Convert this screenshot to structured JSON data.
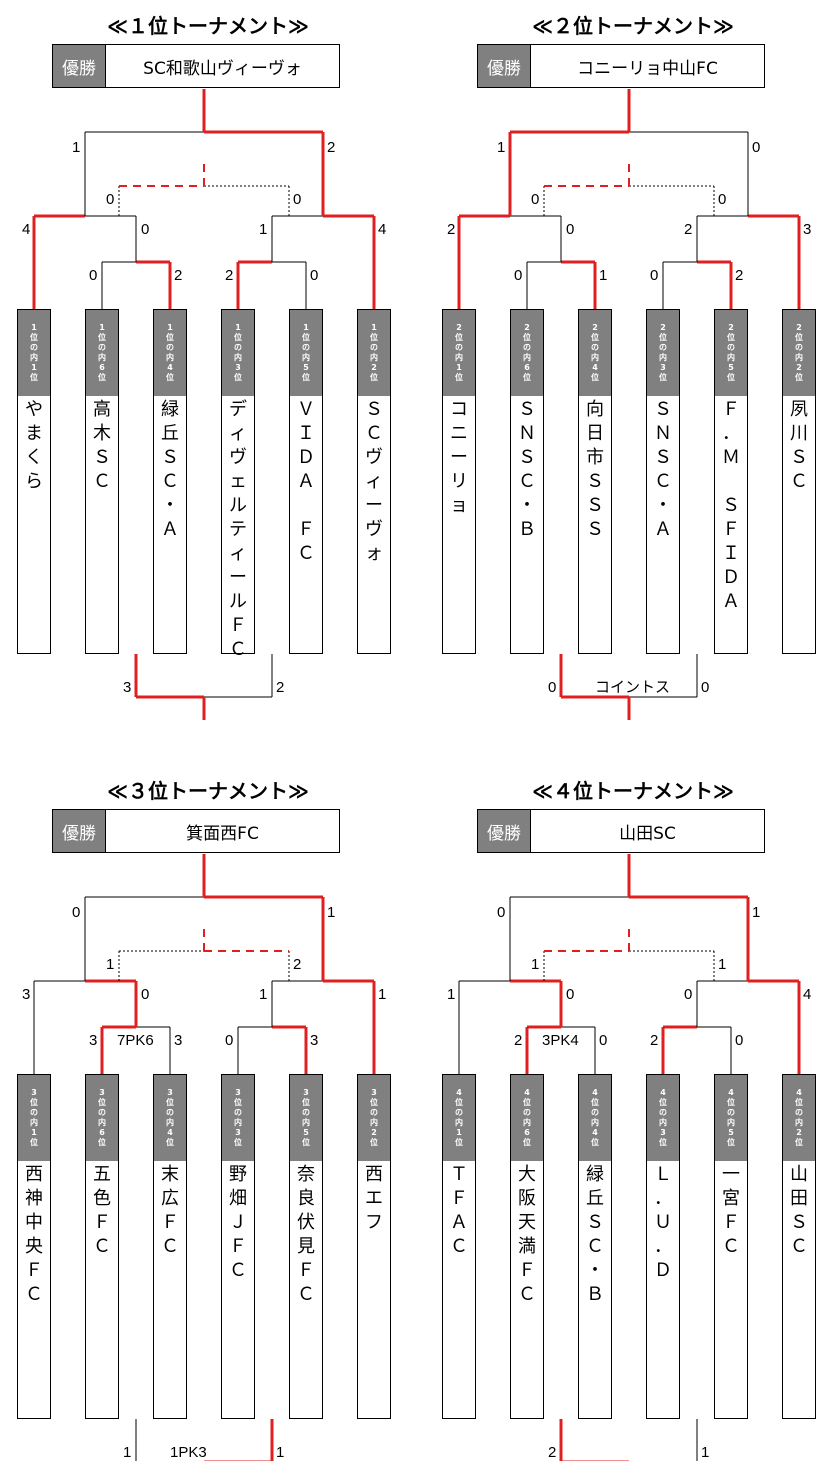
{
  "champion_label": "優勝",
  "brackets": [
    {
      "title": "≪１位トーナメント≫",
      "winner": "SC和歌山ヴィーヴォ",
      "teams": [
        {
          "rank": "1位の内1位",
          "name": "やまくら"
        },
        {
          "rank": "1位の内6位",
          "name": "高木ＳＣ"
        },
        {
          "rank": "1位の内4位",
          "name": "緑丘ＳＣ・Ａ"
        },
        {
          "rank": "1位の内3位",
          "name": "ディヴェルティールＦＣ"
        },
        {
          "rank": "1位の内5位",
          "name": "ＶＩＤＡ　ＦＣ"
        },
        {
          "rank": "1位の内2位",
          "name": "ＳＣヴィーヴォ"
        }
      ],
      "scores": {
        "final_left": "1",
        "final_right": "2",
        "semi_left_outer": "4",
        "semi_left_inner": "0",
        "semi_right_inner": "1",
        "semi_right_outer": "4",
        "q1_left": "0",
        "q1_right": "2",
        "q2_left": "2",
        "q2_right": "0",
        "top_inner_left": "0",
        "top_inner_right": "0",
        "third_left": "3",
        "third_right": "2"
      },
      "notes": {
        "semi_left": "",
        "third": ""
      }
    },
    {
      "title": "≪２位トーナメント≫",
      "winner": "コニーリョ中山FC",
      "teams": [
        {
          "rank": "2位の内1位",
          "name": "コニーリョ"
        },
        {
          "rank": "2位の内6位",
          "name": "ＳＮＳＣ・Ｂ"
        },
        {
          "rank": "2位の内4位",
          "name": "向日市ＳＳＳ"
        },
        {
          "rank": "2位の内3位",
          "name": "ＳＮＳＣ・Ａ"
        },
        {
          "rank": "2位の内5位",
          "name": "Ｆ．Ｍ　ＳＦＩＤＡ"
        },
        {
          "rank": "2位の内2位",
          "name": "夙川ＳＣ"
        }
      ],
      "scores": {
        "final_left": "1",
        "final_right": "0",
        "semi_left_outer": "2",
        "semi_left_inner": "0",
        "semi_right_inner": "2",
        "semi_right_outer": "3",
        "q1_left": "0",
        "q1_right": "1",
        "q2_left": "0",
        "q2_right": "2",
        "top_inner_left": "0",
        "top_inner_right": "0",
        "third_left": "0",
        "third_right": "0"
      },
      "notes": {
        "semi_left": "",
        "third": "コイントス"
      }
    },
    {
      "title": "≪３位トーナメント≫",
      "winner": "箕面西FC",
      "teams": [
        {
          "rank": "3位の内1位",
          "name": "西神中央ＦＣ"
        },
        {
          "rank": "3位の内6位",
          "name": "五色ＦＣ"
        },
        {
          "rank": "3位の内4位",
          "name": "末広ＦＣ"
        },
        {
          "rank": "3位の内3位",
          "name": "野畑ＪＦＣ"
        },
        {
          "rank": "3位の内5位",
          "name": "奈良伏見ＦＣ"
        },
        {
          "rank": "3位の内2位",
          "name": "西エフ"
        }
      ],
      "scores": {
        "final_left": "0",
        "final_right": "1",
        "semi_left_outer": "3",
        "semi_left_inner": "0",
        "semi_right_inner": "1",
        "semi_right_outer": "1",
        "q1_left": "3",
        "q1_right": "3",
        "q2_left": "0",
        "q2_right": "3",
        "top_inner_left": "1",
        "top_inner_right": "2",
        "third_left": "1",
        "third_right": "1"
      },
      "notes": {
        "semi_left": "7PK6",
        "third": "1PK3"
      }
    },
    {
      "title": "≪４位トーナメント≫",
      "winner": "山田SC",
      "teams": [
        {
          "rank": "4位の内1位",
          "name": "ＴＦＡＣ"
        },
        {
          "rank": "4位の内6位",
          "name": "大阪天満ＦＣ"
        },
        {
          "rank": "4位の内4位",
          "name": "緑丘ＳＣ・Ｂ"
        },
        {
          "rank": "4位の内3位",
          "name": "Ｌ．Ｕ．Ｄ"
        },
        {
          "rank": "4位の内5位",
          "name": "一宮ＦＣ"
        },
        {
          "rank": "4位の内2位",
          "name": "山田ＳＣ"
        }
      ],
      "scores": {
        "final_left": "0",
        "final_right": "1",
        "semi_left_outer": "1",
        "semi_left_inner": "0",
        "semi_right_inner": "0",
        "semi_right_outer": "4",
        "q1_left": "2",
        "q1_right": "0",
        "q2_left": "2",
        "q2_right": "0",
        "top_inner_left": "1",
        "top_inner_right": "1",
        "third_left": "2",
        "third_right": "1"
      },
      "notes": {
        "semi_left": "3PK4",
        "third": ""
      }
    }
  ],
  "colors": {
    "win_line": "#e02020",
    "line": "#000000",
    "header_gray": "#808080"
  }
}
